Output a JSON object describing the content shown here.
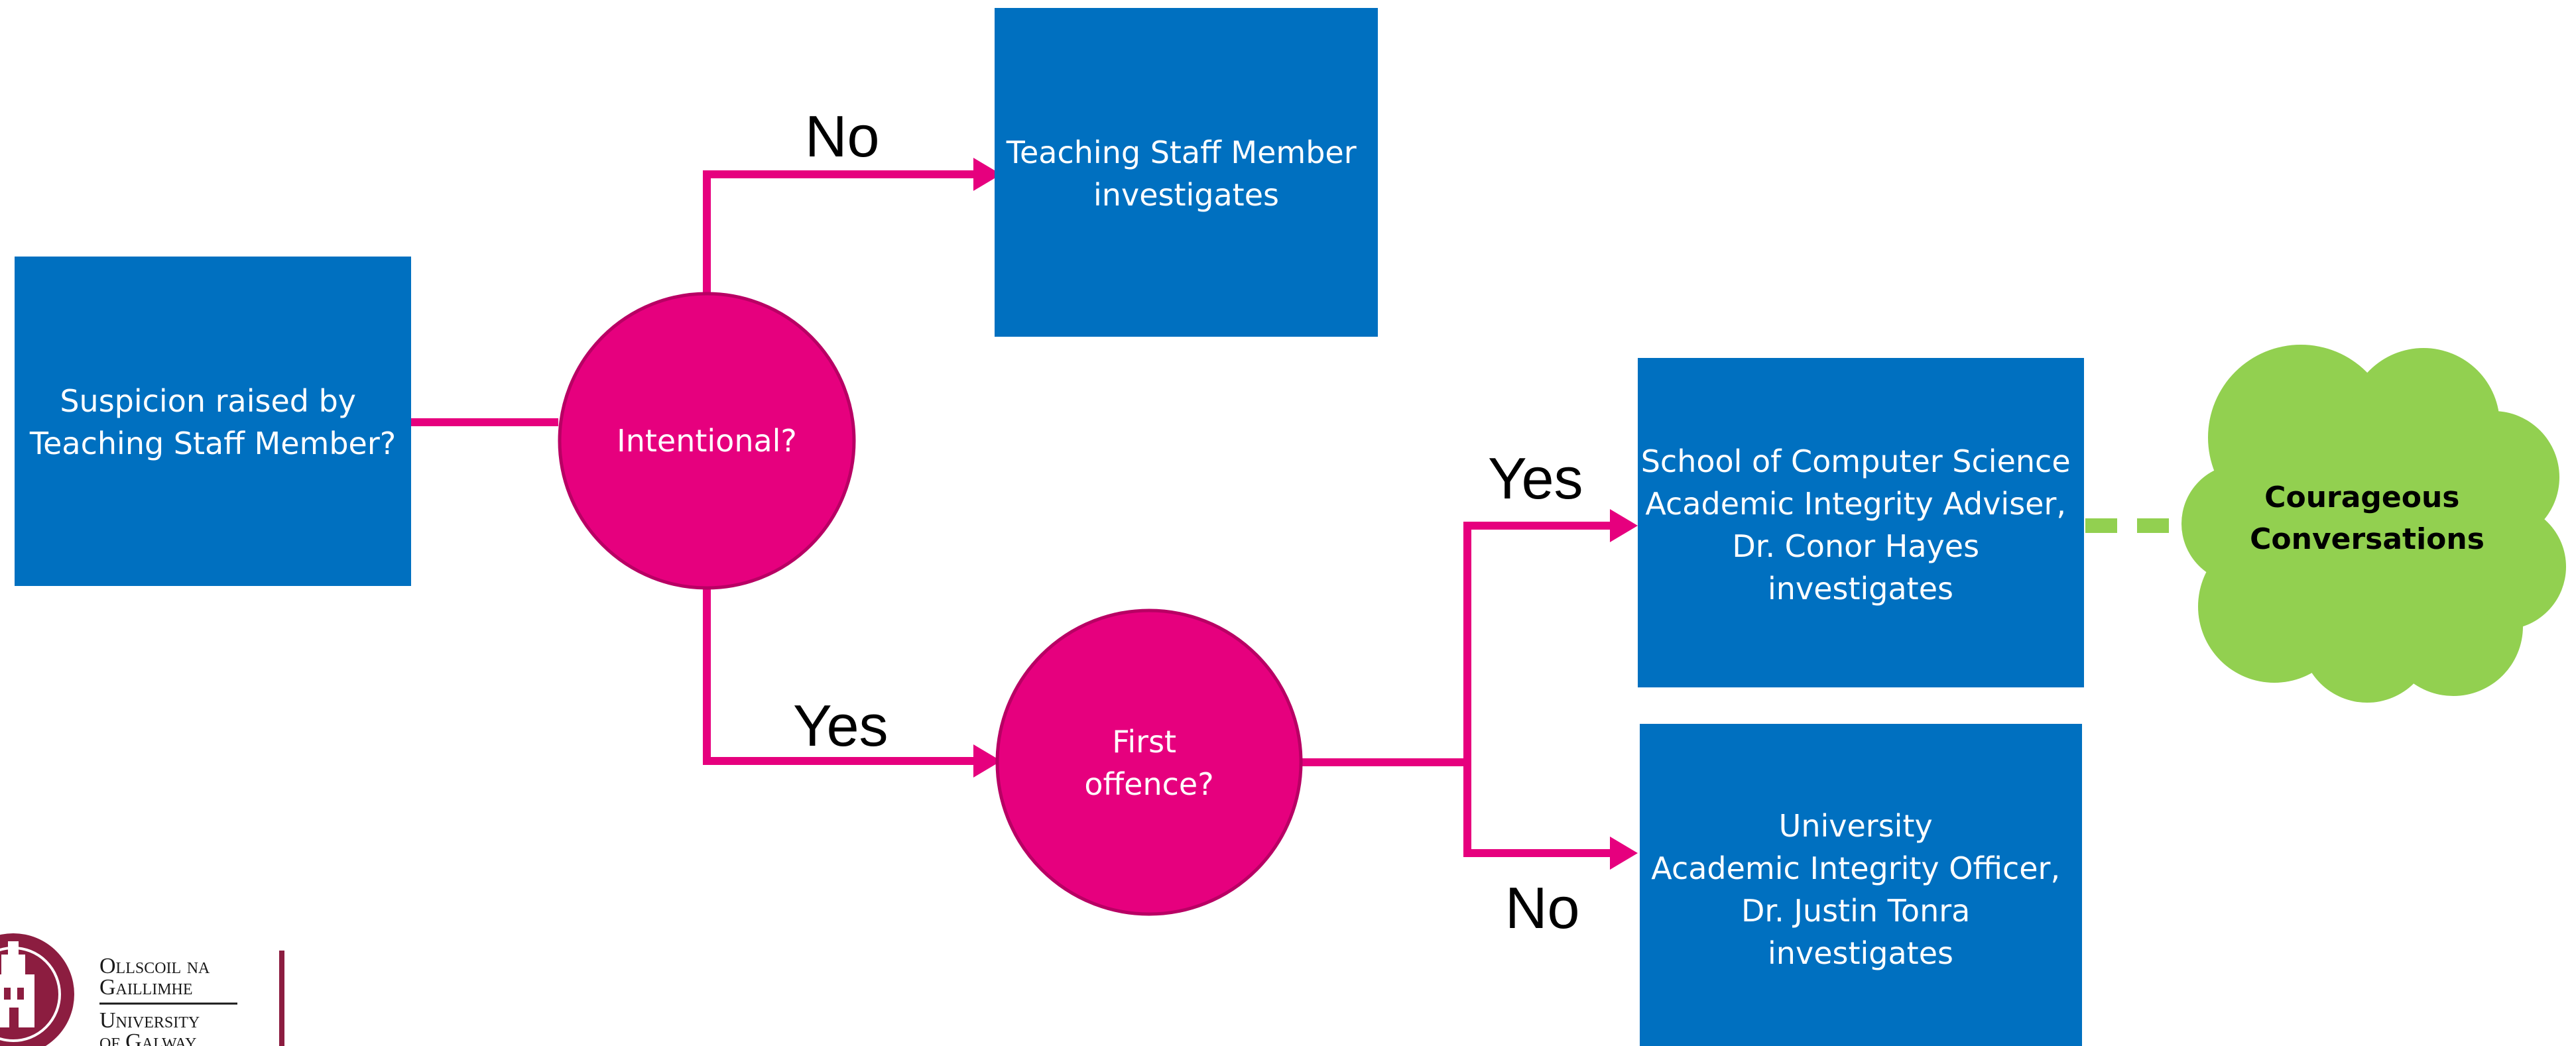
{
  "colors": {
    "process_box": "#0070C0",
    "decision_circle": "#E6007E",
    "decision_border": "#B80064",
    "connector": "#E6007E",
    "cloud": "#92D050",
    "cloud_link": "#92D050",
    "logo_maroon": "#8C1D40"
  },
  "nodes": {
    "suspicion": {
      "lines": [
        "Suspicion raised by",
        "Teaching Staff Member?"
      ]
    },
    "intentional": {
      "lines": [
        "Intentional?"
      ]
    },
    "staff_investigates": {
      "lines": [
        "Teaching Staff Member",
        "investigates"
      ]
    },
    "first_offence": {
      "lines": [
        "First",
        "offence?"
      ]
    },
    "school_adviser": {
      "lines": [
        "School of Computer Science",
        "Academic Integrity Adviser,",
        "Dr. Conor Hayes",
        "investigates"
      ]
    },
    "university_officer": {
      "lines": [
        "University",
        "Academic Integrity Officer,",
        "Dr. Justin Tonra",
        "investigates"
      ]
    },
    "courageous": {
      "lines": [
        "Courageous",
        "Conversations"
      ]
    }
  },
  "edge_labels": {
    "intentional_no": "No",
    "intentional_yes": "Yes",
    "first_offence_yes": "Yes",
    "first_offence_no": "No"
  },
  "logo": {
    "irish_name_line1": "Ollscoil na",
    "irish_name_line2": "Gaillimhe",
    "english_name_line1": "University",
    "english_name_line2": "of Galway"
  }
}
